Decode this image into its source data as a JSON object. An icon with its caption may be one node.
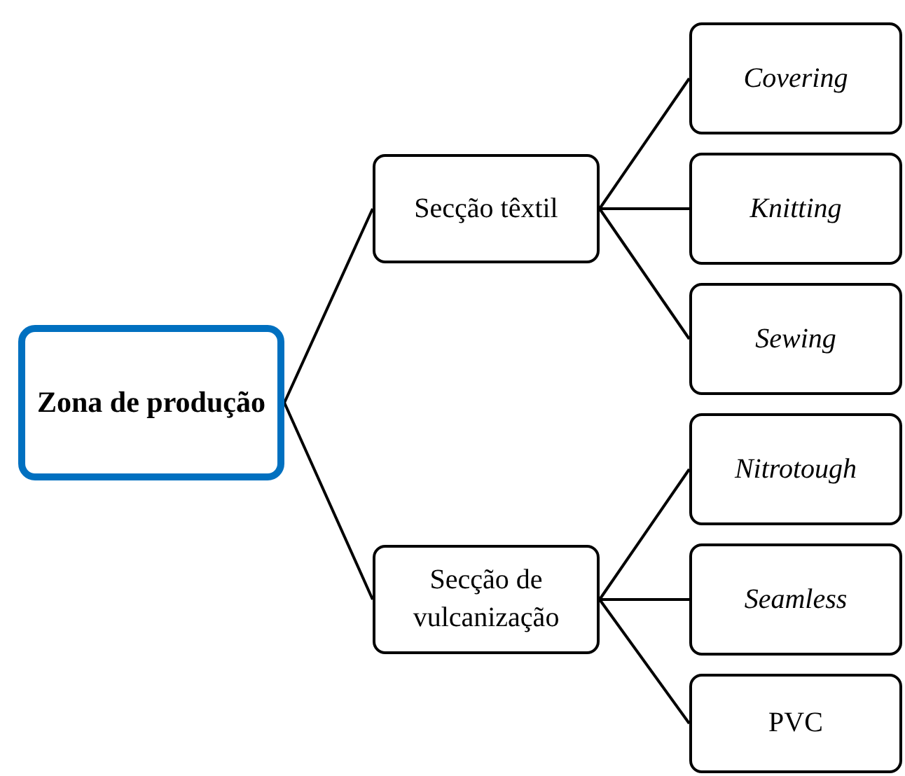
{
  "diagram": {
    "nodes": [
      {
        "text": [
          "Zona de produção"
        ]
      },
      {
        "text": [
          "Secção têxtil"
        ]
      },
      {
        "text": [
          "Secção de vulcanização"
        ]
      },
      {
        "text": [
          "Covering"
        ]
      },
      {
        "text": [
          "Knitting"
        ]
      },
      {
        "text": [
          "Sewing"
        ]
      },
      {
        "text": [
          "Nitrotough"
        ]
      },
      {
        "text": [
          "Seamless"
        ]
      },
      {
        "text": [
          "PVC"
        ]
      }
    ],
    "edges": [
      {
        "from": 0,
        "to": 1,
        "arrow": "none"
      },
      {
        "from": 0,
        "to": 2,
        "arrow": "none"
      },
      {
        "from": 1,
        "to": 3,
        "arrow": "none"
      },
      {
        "from": 1,
        "to": 4,
        "arrow": "none"
      },
      {
        "from": 1,
        "to": 5,
        "arrow": "none"
      },
      {
        "from": 2,
        "to": 6,
        "arrow": "none"
      },
      {
        "from": 2,
        "to": 7,
        "arrow": "none"
      },
      {
        "from": 2,
        "to": 8,
        "arrow": "none"
      }
    ]
  }
}
